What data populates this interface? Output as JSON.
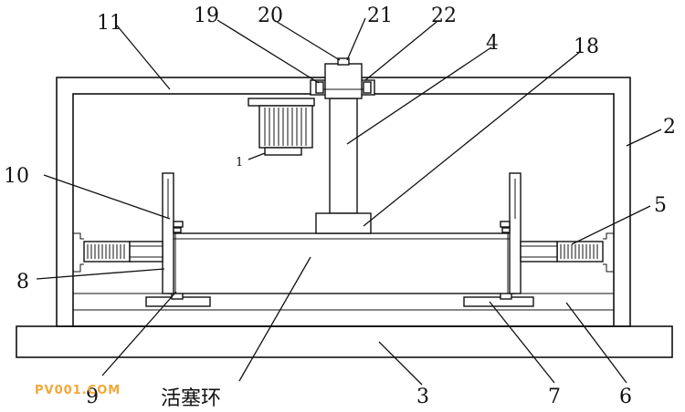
{
  "diagram": {
    "part_labels": {
      "motor": "1",
      "frame_right": "2",
      "base_plate": "3",
      "vertical_shaft": "4",
      "spring_assembly_right": "5",
      "support_rail_right": "6",
      "clamp_block_right": "7",
      "clamp_plate_left": "8",
      "clamp_block_left": "9",
      "guide_post_left": "10",
      "frame_top": "11",
      "shaft_collar": "18",
      "drive_bracket_left": "19",
      "drive_top": "20",
      "drive_cap": "21",
      "drive_bracket_right": "22"
    },
    "annotation_cn": "活塞环"
  },
  "watermark": "PV001.COM"
}
